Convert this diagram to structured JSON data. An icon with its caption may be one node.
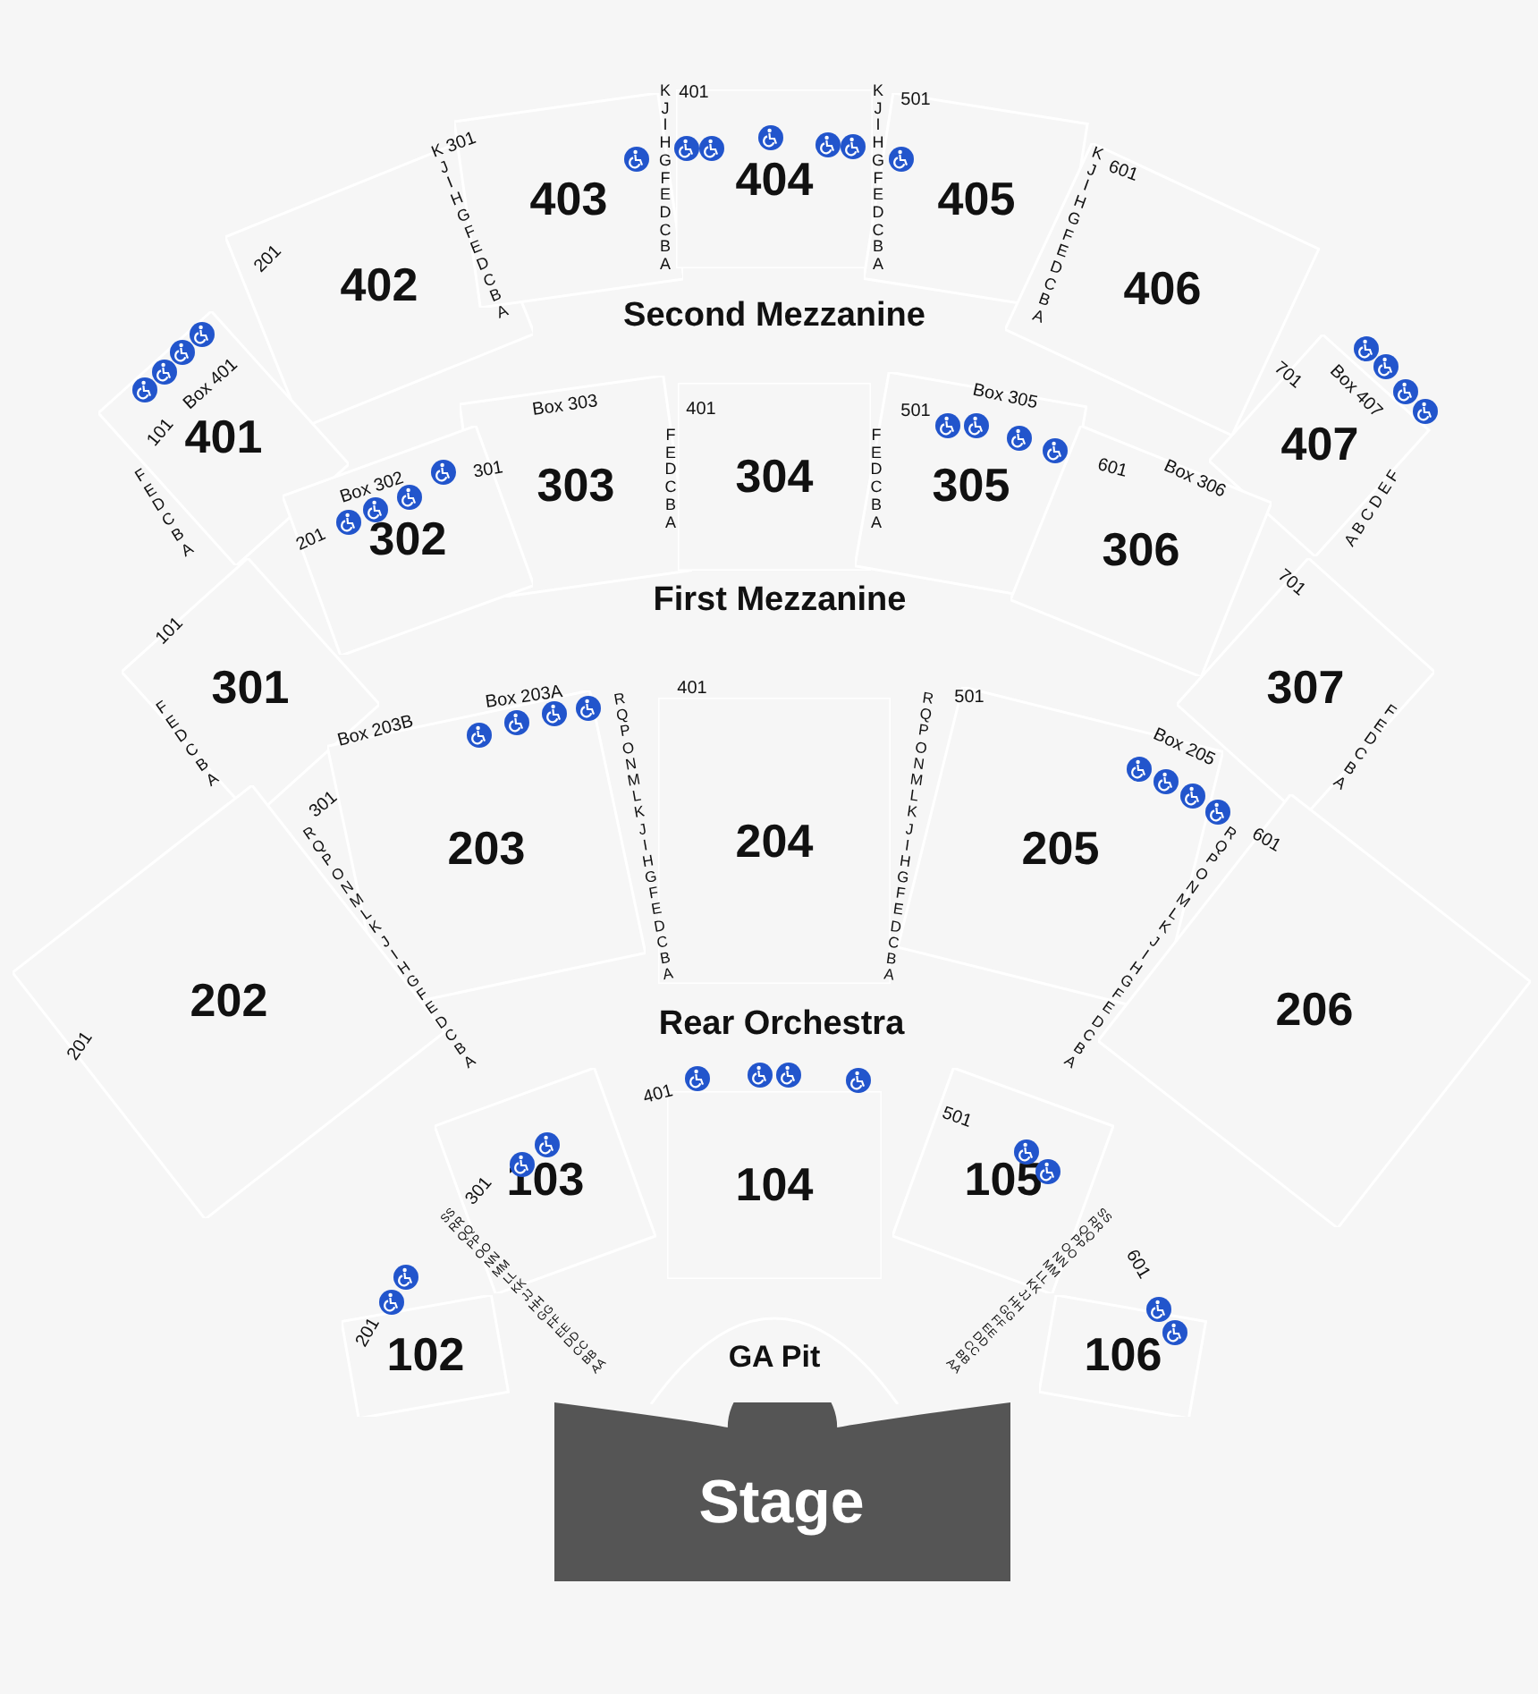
{
  "diagram": {
    "nodes": [
      {
        "text": [
          "402"
        ]
      },
      {
        "text": [
          "403"
        ]
      },
      {
        "text": [
          "404"
        ]
      },
      {
        "text": [
          "405"
        ]
      },
      {
        "text": [
          "406"
        ]
      },
      {
        "text": [
          "401"
        ]
      },
      {
        "text": [
          "407"
        ]
      },
      {
        "text": [
          "303"
        ]
      },
      {
        "text": [
          "304"
        ]
      },
      {
        "text": [
          "305"
        ]
      },
      {
        "text": [
          "302"
        ]
      },
      {
        "text": [
          "306"
        ]
      },
      {
        "text": [
          "301"
        ]
      },
      {
        "text": [
          "307"
        ]
      },
      {
        "text": [
          "203"
        ]
      },
      {
        "text": [
          "204"
        ]
      },
      {
        "text": [
          "205"
        ]
      },
      {
        "text": [
          "202"
        ]
      },
      {
        "text": [
          "206"
        ]
      },
      {
        "text": [
          "103"
        ]
      },
      {
        "text": [
          "104"
        ]
      },
      {
        "text": [
          "105"
        ]
      },
      {
        "text": [
          "102"
        ]
      },
      {
        "text": [
          "106"
        ]
      },
      {
        "text": [
          "GA Pit"
        ]
      },
      {
        "text": [
          "Stage"
        ]
      }
    ],
    "labels": [
      "401",
      "K J I H G F E D C B A",
      "501",
      "K J I H G F E D C B A",
      "301",
      "K J I H G F E D C B A",
      "601",
      "K J I H G F E D C B A",
      "201",
      "Second Mezzanine",
      "Box 401",
      "101",
      "F E D C B A",
      "Box 302",
      "201",
      "301",
      "Box 303",
      "F E D C B A",
      "401",
      "F E D C B A",
      "501",
      "Box 305",
      "601",
      "Box 306",
      "701",
      "Box 407",
      "A B C D E F",
      "First Mezzanine",
      "101",
      "F E D C B A",
      "701",
      "F E D C B A",
      "Box 203B",
      "Box 203A",
      "401",
      "R Q P O N M L K J I H G F E D C B A",
      "501",
      "R Q P O N M L K J I H G F E D C B A",
      "Box 205",
      "301",
      "R Q P O N M L K J I H G F E D C B A",
      "601",
      "R Q P O N M L K J I H G F E D C B A",
      "201",
      "Rear Orchestra",
      "401",
      "501",
      "301",
      "SS RR QQ PP OO NN MM LL KK JJ HH GG FF EE DD CC BB AA",
      "601",
      "SS RR QQ PP OO NN MM LL KK JJ HH GG FF EE DD CC BB AA",
      "201"
    ]
  }
}
